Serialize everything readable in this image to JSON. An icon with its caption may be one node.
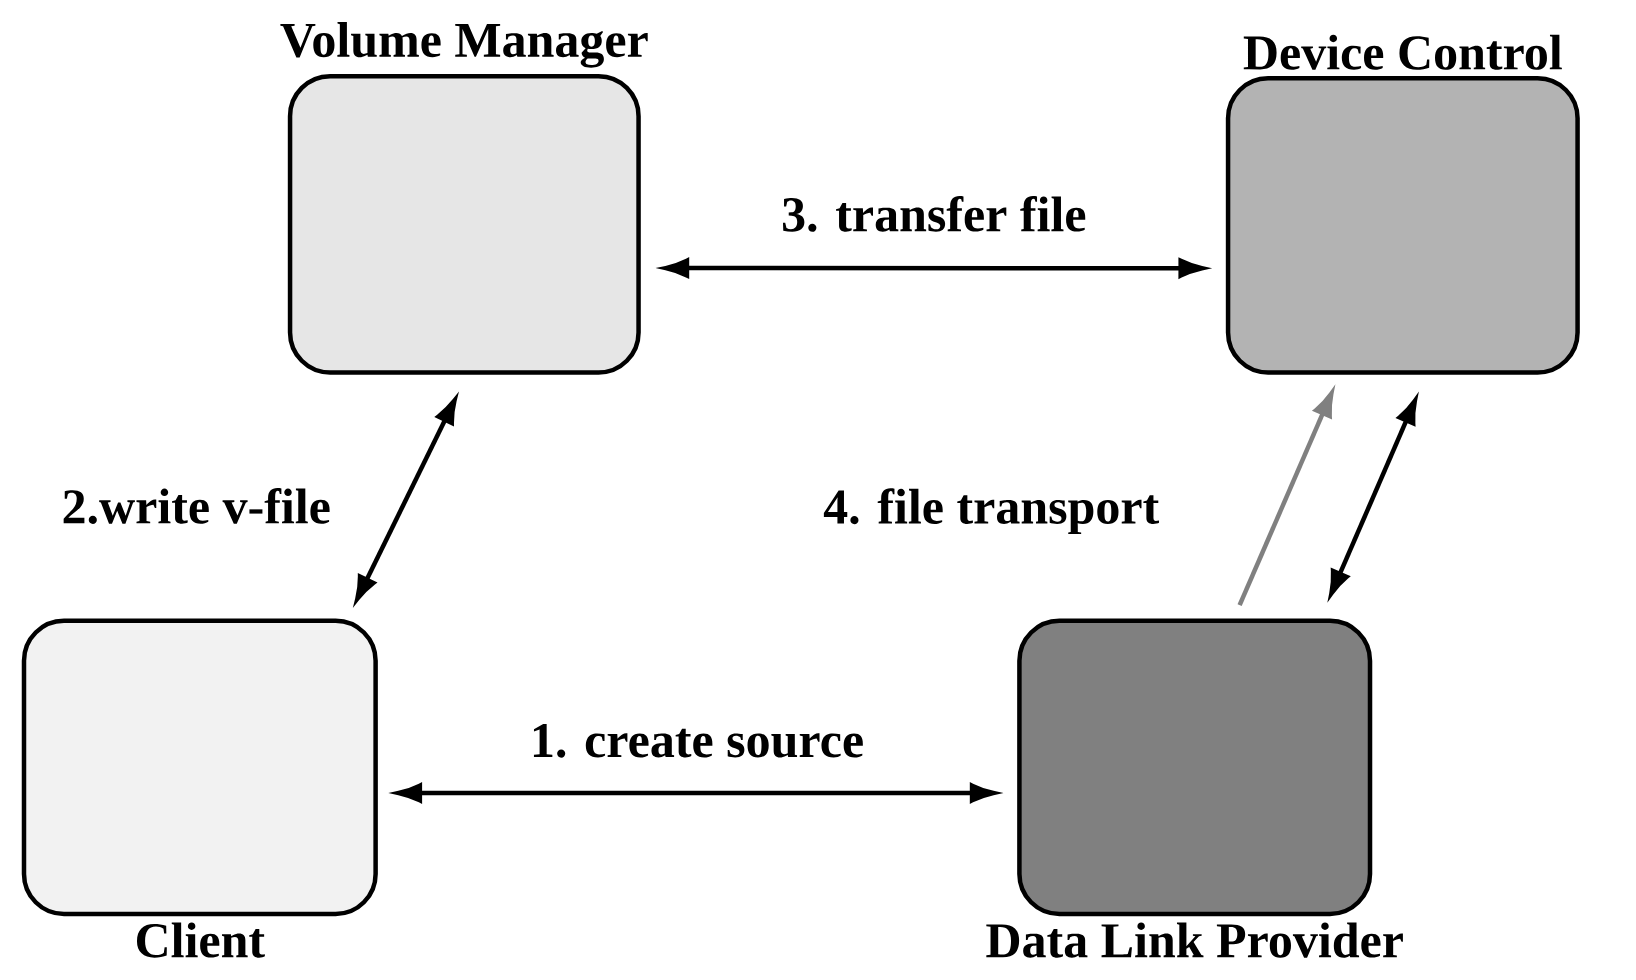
{
  "diagram": {
    "nodes": [
      {
        "text": [
          "Volume Manager"
        ]
      },
      {
        "text": [
          "Device Control"
        ]
      },
      {
        "text": [
          "Client"
        ]
      },
      {
        "text": [
          "Data Link Provider"
        ]
      }
    ],
    "edges": [
      {
        "from": 2,
        "to": 3,
        "arrow": "both",
        "label": "1. create source"
      },
      {
        "from": 2,
        "to": 0,
        "arrow": "both",
        "label": "2.write v-file"
      },
      {
        "from": 0,
        "to": 1,
        "arrow": "both",
        "label": "3. transfer file"
      },
      {
        "from": 3,
        "to": 1,
        "arrow": "to",
        "label": "4. file transport",
        "color": "#808080"
      },
      {
        "from": 3,
        "to": 1,
        "arrow": "both"
      }
    ]
  }
}
